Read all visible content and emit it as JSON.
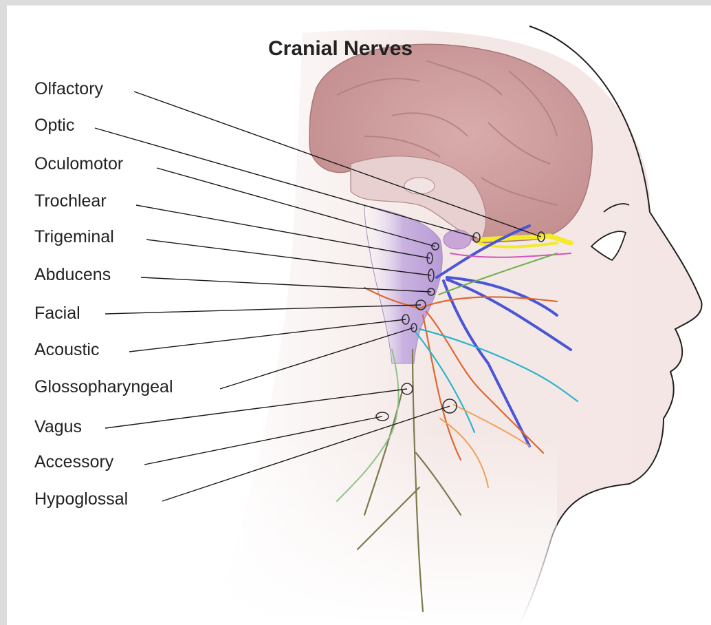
{
  "title": "Cranial Nerves",
  "colors": {
    "skin": "#f3e6e4",
    "brain": "#cf9e9f",
    "brainstem": "#c9b2e0",
    "nerve_yellow": "#f2ea2a",
    "nerve_blue": "#4b55d6",
    "nerve_orange": "#e0662e",
    "nerve_green": "#6fb04c",
    "nerve_cyan": "#2ab3cc",
    "nerve_olive": "#7d7a4c",
    "nerve_pink": "#d455b8"
  },
  "labels": [
    "Olfactory",
    "Optic",
    "Oculomotor",
    "Trochlear",
    "Trigeminal",
    "Abducens",
    "Facial",
    "Acoustic",
    "Glossopharyngeal",
    "Vagus",
    "Accessory",
    "Hypoglossal"
  ]
}
